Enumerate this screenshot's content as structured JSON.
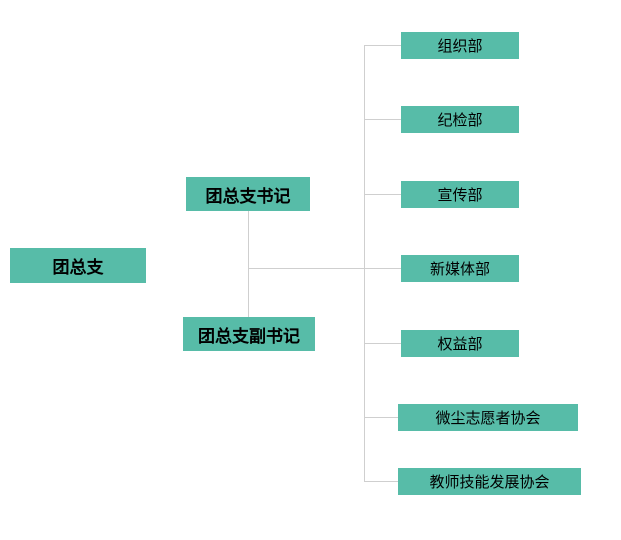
{
  "colors": {
    "box": "#57BCA8",
    "line": "#CFCFCF",
    "text": "#000000"
  },
  "org": {
    "root": {
      "label": "团总支"
    },
    "middle": [
      {
        "label": "团总支书记"
      },
      {
        "label": "团总支副书记"
      }
    ],
    "departments": [
      {
        "label": "组织部"
      },
      {
        "label": "纪检部"
      },
      {
        "label": "宣传部"
      },
      {
        "label": "新媒体部"
      },
      {
        "label": "权益部"
      },
      {
        "label": "微尘志愿者协会"
      },
      {
        "label": "教师技能发展协会"
      }
    ]
  }
}
